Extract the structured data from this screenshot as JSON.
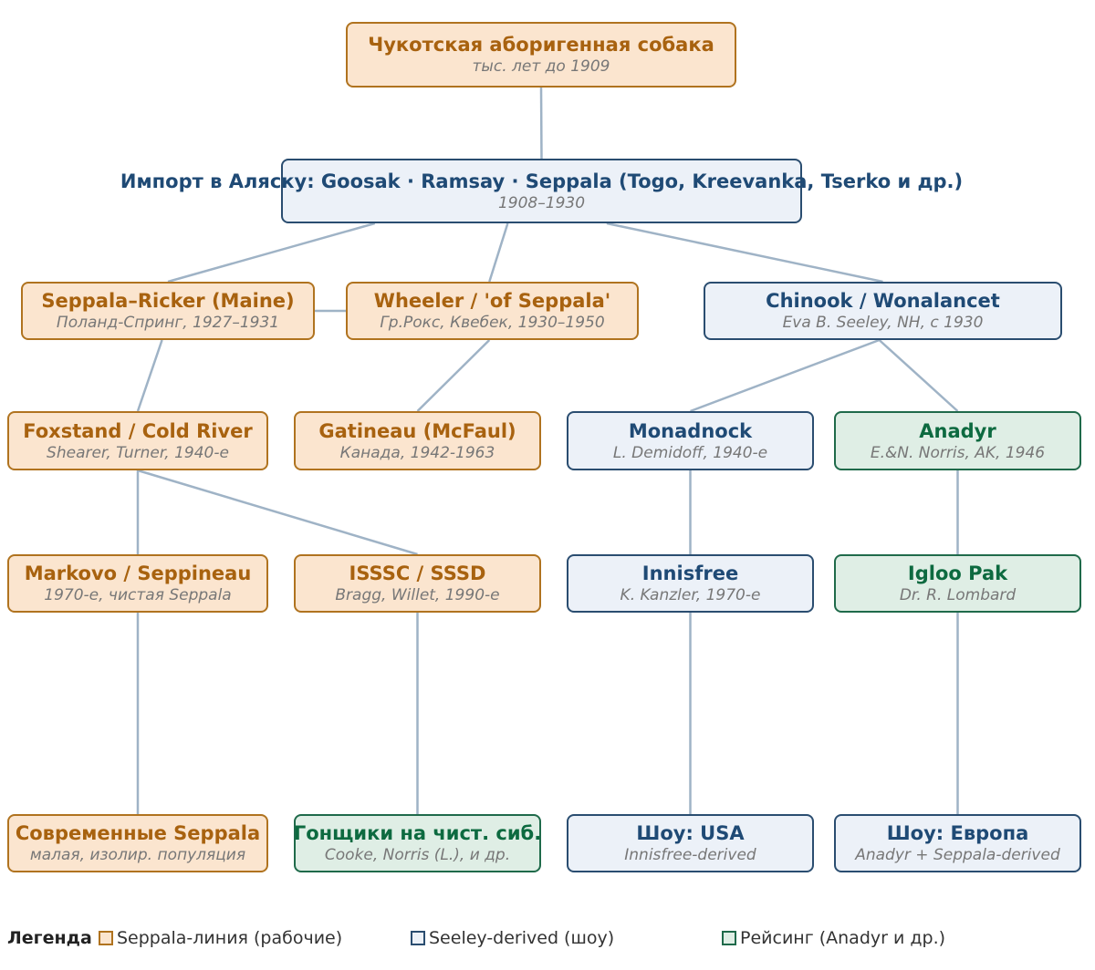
{
  "nodes": {
    "chukotka": {
      "title": "Чукотская аборигенная собака",
      "sub": "тыс. лет до 1909",
      "group": "seppala"
    },
    "import": {
      "title": "Импорт в Аляску: Goosak · Ramsay · Seppala (Togo, Kreevanka, Tserko и др.)",
      "sub": "1908–1930",
      "group": "seeley"
    },
    "seppala_ricker": {
      "title": "Seppala–Ricker (Maine)",
      "sub": "Поланд-Спринг, 1927–1931",
      "group": "seppala"
    },
    "wheeler": {
      "title": "Wheeler / 'of Seppala'",
      "sub": "Гр.Рокс, Квебек, 1930–1950",
      "group": "seppala"
    },
    "chinook": {
      "title": "Chinook / Wonalancet",
      "sub": "Eva B. Seeley, NH, с 1930",
      "group": "seeley"
    },
    "foxstand": {
      "title": "Foxstand / Cold River",
      "sub": "Shearer, Turner, 1940-е",
      "group": "seppala"
    },
    "gatineau": {
      "title": "Gatineau (McFaul)",
      "sub": "Канада, 1942-1963",
      "group": "seppala"
    },
    "monadnock": {
      "title": "Monadnock",
      "sub": "L. Demidoff, 1940-е",
      "group": "seeley"
    },
    "anadyr": {
      "title": "Anadyr",
      "sub": "E.&N. Norris, AK, 1946",
      "group": "racing"
    },
    "markovo": {
      "title": "Markovo / Seppineau",
      "sub": "1970-е, чистая Seppala",
      "group": "seppala"
    },
    "isssc": {
      "title": "ISSSC / SSSD",
      "sub": "Bragg, Willet, 1990-е",
      "group": "seppala"
    },
    "innisfree": {
      "title": "Innisfree",
      "sub": "K. Kanzler, 1970-е",
      "group": "seeley"
    },
    "igloo": {
      "title": "Igloo Pak",
      "sub": "Dr. R. Lombard",
      "group": "racing"
    },
    "modern_seppala": {
      "title": "Современные Seppala",
      "sub": "малая, изолир. популяция",
      "group": "seppala"
    },
    "racers": {
      "title": "Гонщики на чист. сиб.",
      "sub": "Cooke, Norris (L.), и др.",
      "group": "racing"
    },
    "show_usa": {
      "title": "Шоу: USA",
      "sub": "Innisfree-derived",
      "group": "seeley"
    },
    "show_europe": {
      "title": "Шоу: Европа",
      "sub": "Anadyr + Seppala-derived",
      "group": "seeley"
    }
  },
  "edges": [
    [
      "chukotka",
      "import"
    ],
    [
      "import",
      "seppala_ricker"
    ],
    [
      "import",
      "wheeler"
    ],
    [
      "import",
      "chinook"
    ],
    [
      "seppala_ricker",
      "wheeler"
    ],
    [
      "seppala_ricker",
      "foxstand"
    ],
    [
      "wheeler",
      "gatineau"
    ],
    [
      "chinook",
      "monadnock"
    ],
    [
      "chinook",
      "anadyr"
    ],
    [
      "foxstand",
      "markovo"
    ],
    [
      "foxstand",
      "isssc"
    ],
    [
      "monadnock",
      "innisfree"
    ],
    [
      "anadyr",
      "igloo"
    ],
    [
      "markovo",
      "modern_seppala"
    ],
    [
      "isssc",
      "racers"
    ],
    [
      "innisfree",
      "show_usa"
    ],
    [
      "igloo",
      "show_europe"
    ]
  ],
  "legend": {
    "title": "Легенда",
    "items": [
      {
        "label": "Seppala-линия (рабочие)",
        "color": "#b0731f",
        "fill": "#fbe5cf"
      },
      {
        "label": "Seeley-derived (шоу)",
        "color": "#2a4d70",
        "fill": "#ecf1f8"
      },
      {
        "label": "Рейсинг (Anadyr и др.)",
        "color": "#1f6a4a",
        "fill": "#dfeee5"
      }
    ]
  },
  "colors": {
    "edge": "#9fb3c6"
  }
}
